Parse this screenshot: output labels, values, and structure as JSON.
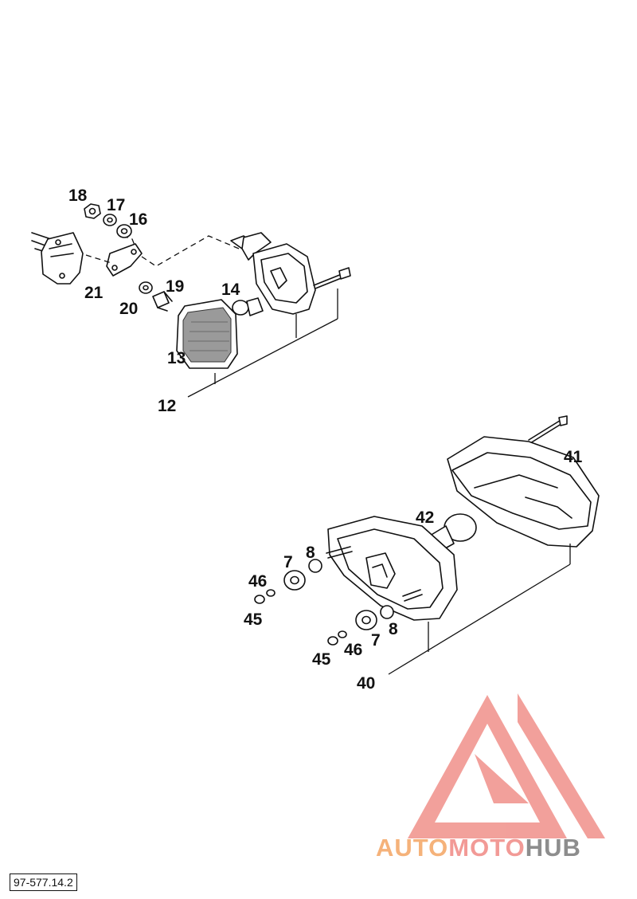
{
  "drawing_code": "97-577.14.2",
  "callouts": {
    "p18": "18",
    "p17": "17",
    "p16": "16",
    "p21": "21",
    "p20": "20",
    "p19": "19",
    "p14": "14",
    "p13": "13",
    "p12": "12",
    "p41": "41",
    "p42": "42",
    "p46a": "46",
    "p7a": "7",
    "p8a": "8",
    "p45a": "45",
    "p8b": "8",
    "p7b": "7",
    "p46b": "46",
    "p45b": "45",
    "p40": "40"
  },
  "watermark": {
    "part1": "AUTO",
    "part2": "MOTO",
    "part3": "HUB",
    "colors": {
      "auto": "#f5b27a",
      "moto": "#f29a96",
      "hub": "#8d8d8d",
      "triangle": "#f0908a"
    }
  }
}
